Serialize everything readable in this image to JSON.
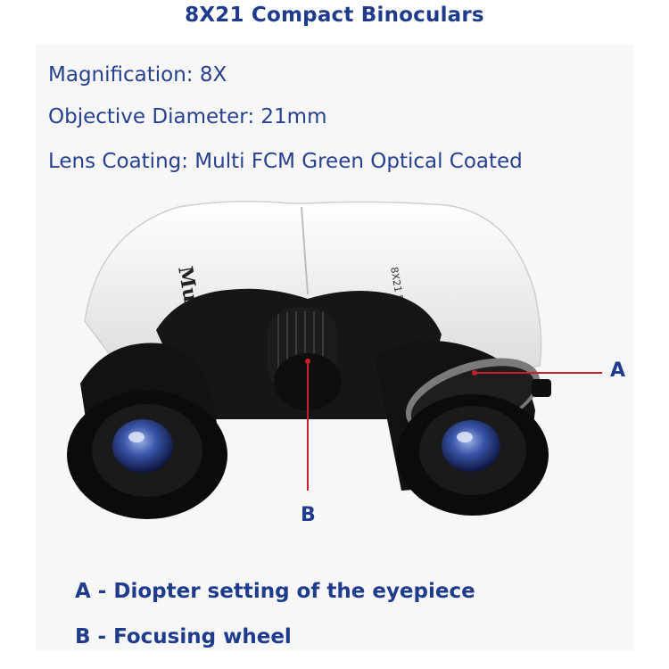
{
  "title": "8X21 Compact Binoculars",
  "specs": [
    "Magnification: 8X",
    "Objective Diameter: 21mm",
    "Lens Coating: Multi FCM Green Optical Coated"
  ],
  "product": {
    "brand_text": "Multi Sea",
    "model_text": "8X21 Field 7.2°",
    "body_color": "#ffffff",
    "rubber_color": "#111111",
    "lens_color": "#2a3f8a",
    "pointer_color": "#c8202a"
  },
  "markers": {
    "a": "A",
    "b": "B"
  },
  "legend": {
    "a": "A - Diopter setting of the eyepiece",
    "b": "B - Focusing wheel"
  }
}
